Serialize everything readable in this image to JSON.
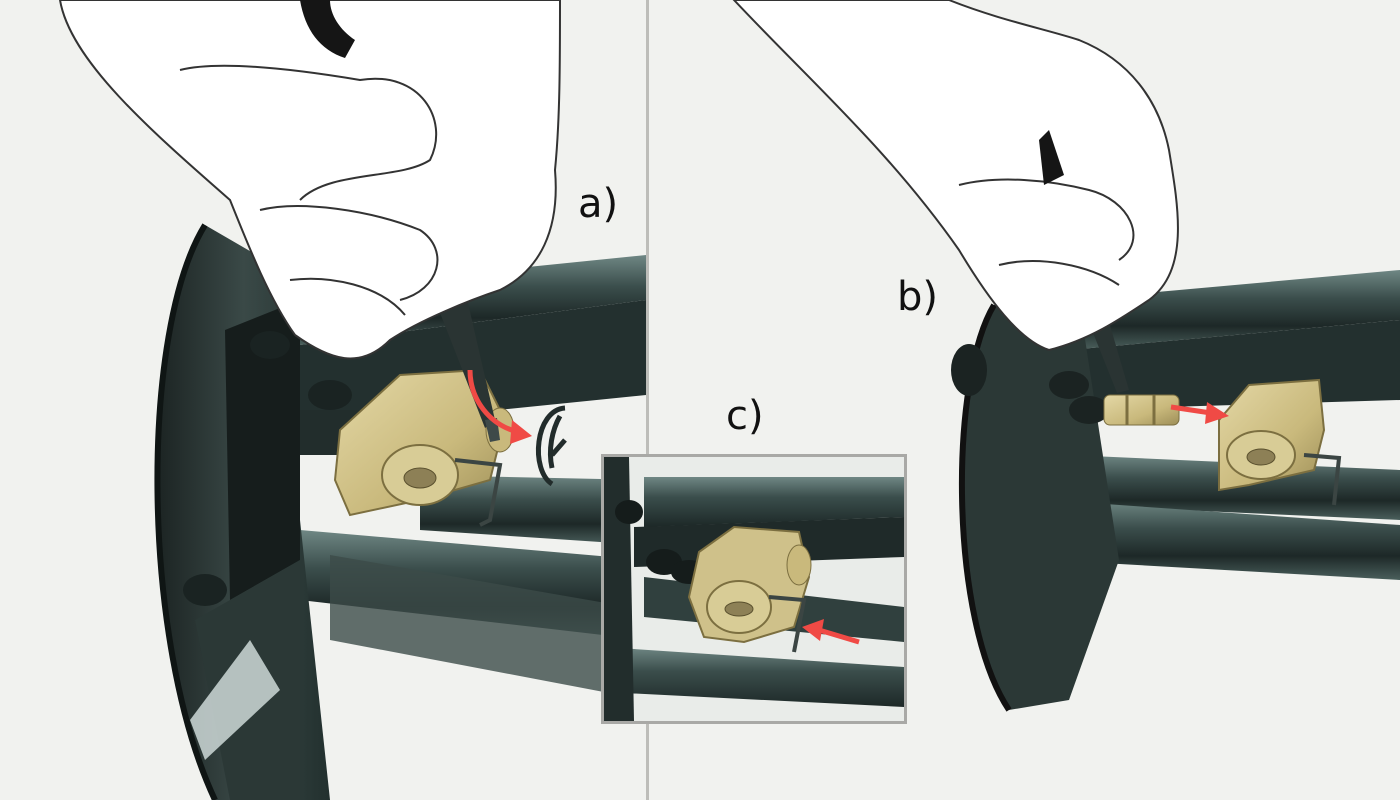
{
  "labels": {
    "a": "a)",
    "b": "b)",
    "c": "c)"
  },
  "colors": {
    "background": "#f1f2ef",
    "reel": "#2e3d3b",
    "brass": "#cfc18a",
    "arrow": "#f04a45",
    "glove": "#ffffff"
  },
  "icons": {
    "arrow": "red-arrow-icon",
    "clip": "e-clip-icon"
  }
}
